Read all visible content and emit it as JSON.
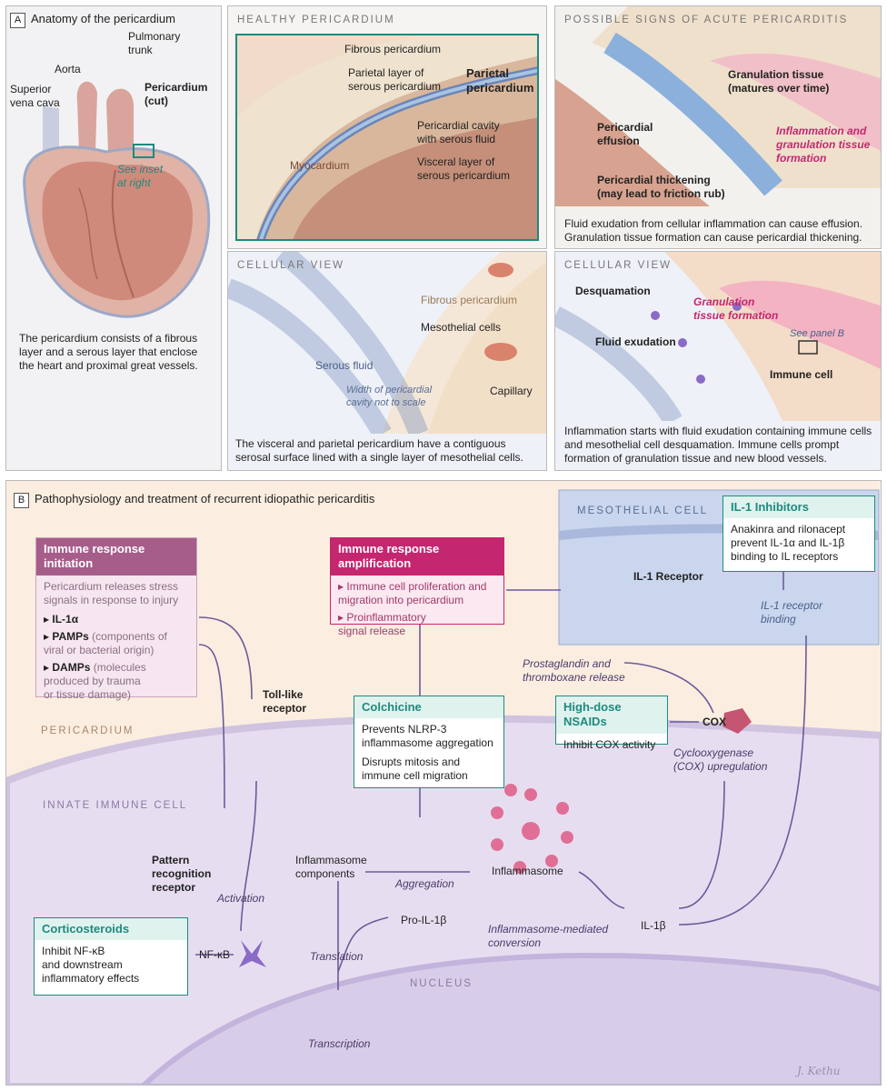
{
  "panel_a": {
    "letter": "A",
    "title": "Anatomy of the pericardium",
    "labels": {
      "svc": "Superior\nvena cava",
      "aorta": "Aorta",
      "pulmonary": "Pulmonary\ntrunk",
      "pericardium_cut": "Pericardium\n(cut)",
      "see_inset": "See inset\nat right"
    },
    "caption": "The pericardium consists of a fibrous layer and a serous layer that enclose the heart and proximal great vessels."
  },
  "healthy": {
    "title": "HEALTHY PERICARDIUM",
    "fibrous": "Fibrous pericardium",
    "parietal_serous": "Parietal layer of\nserous pericardium",
    "parietal_group": "Parietal\npericardium",
    "cavity": "Pericardial cavity\nwith serous fluid",
    "visceral": "Visceral layer of\nserous pericardium",
    "myocardium": "Myocardium"
  },
  "cellular_left": {
    "title": "CELLULAR VIEW",
    "fibrous": "Fibrous pericardium",
    "mesothelial": "Mesothelial cells",
    "serous_fluid": "Serous fluid",
    "width_note": "Width of pericardial\ncavity not to scale",
    "capillary": "Capillary",
    "caption": "The visceral and parietal pericardium have a contiguous serosal surface lined with a single layer of mesothelial cells."
  },
  "acute": {
    "title": "POSSIBLE SIGNS OF ACUTE PERICARDITIS",
    "granulation": "Granulation tissue\n(matures over time)",
    "inflammation": "Inflammation and\ngranulation tissue\nformation",
    "effusion": "Pericardial\neffusion",
    "thickening": "Pericardial thickening\n(may lead to friction rub)",
    "caption": "Fluid exudation from cellular inflammation can cause effusion. Granulation tissue formation can cause pericardial thickening."
  },
  "cellular_right": {
    "title": "CELLULAR VIEW",
    "desquamation": "Desquamation",
    "granulation": "Granulation\ntissue formation",
    "see_panel_b": "See panel B",
    "fluid": "Fluid exudation",
    "immune": "Immune cell",
    "caption": "Inflammation starts with fluid exudation containing immune cells and mesothelial cell desquamation. Immune cells prompt formation of granulation tissue and new blood vessels."
  },
  "panel_b": {
    "letter": "B",
    "title": "Pathophysiology and treatment of recurrent idiopathic pericarditis",
    "initiation": {
      "header": "Immune response initiation",
      "intro": "Pericardium releases stress\nsignals in response to injury",
      "items": [
        {
          "bold": "IL-1α",
          "rest": ""
        },
        {
          "bold": "PAMPs",
          "rest": " (components of\nviral or bacterial origin)"
        },
        {
          "bold": "DAMPs",
          "rest": " (molecules\nproduced by trauma\nor tissue damage)"
        }
      ]
    },
    "amplification": {
      "header": "Immune response amplification",
      "items": [
        "Immune cell proliferation and\nmigration into pericardium",
        "Proinflammatory\nsignal release"
      ]
    },
    "mesothelial_cell": "MESOTHELIAL CELL",
    "il1_receptor": "IL-1 Receptor",
    "il1_inhibitors": {
      "header": "IL-1 Inhibitors",
      "body": "Anakinra and rilonacept\nprevent IL-1α and IL-1β\nbinding to IL receptors"
    },
    "il1_binding": "IL-1 receptor\nbinding",
    "prostaglandin": "Prostaglandin and\nthromboxane release",
    "colchicine": {
      "header": "Colchicine",
      "p1": "Prevents NLRP-3\ninflammasome aggregation",
      "p2": "Disrupts mitosis and\nimmune cell migration"
    },
    "nsaids": {
      "header": "High-dose NSAIDs",
      "body": "Inhibit COX activity"
    },
    "cox": "COX",
    "cox_up": "Cyclooxygenase\n(COX) upregulation",
    "toll": "Toll-like\nreceptor",
    "pericardium_lbl": "PERICARDIUM",
    "innate": "INNATE IMMUNE CELL",
    "prr": "Pattern\nrecognition\nreceptor",
    "activation": "Activation",
    "inflammasome_components": "Inflammasome\ncomponents",
    "aggregation": "Aggregation",
    "inflammasome": "Inflammasome",
    "il1b": "IL-1β",
    "pro_il1b": "Pro-IL-1β",
    "conversion": "Inflammasome-mediated\nconversion",
    "corticosteroids": {
      "header": "Corticosteroids",
      "body": "Inhibit NF-κB\nand downstream\ninflammatory effects"
    },
    "nfkb": "NF-κB",
    "translation": "Translation",
    "nucleus": "NUCLEUS",
    "transcription": "Transcription",
    "signature": "J. Kethu"
  },
  "colors": {
    "teal": "#1e8a7e",
    "magenta": "#c4266f",
    "purple_arrow": "#6b5b9a",
    "panel_b_bg": "#fbeee0",
    "cell_bg": "#e6def0"
  }
}
